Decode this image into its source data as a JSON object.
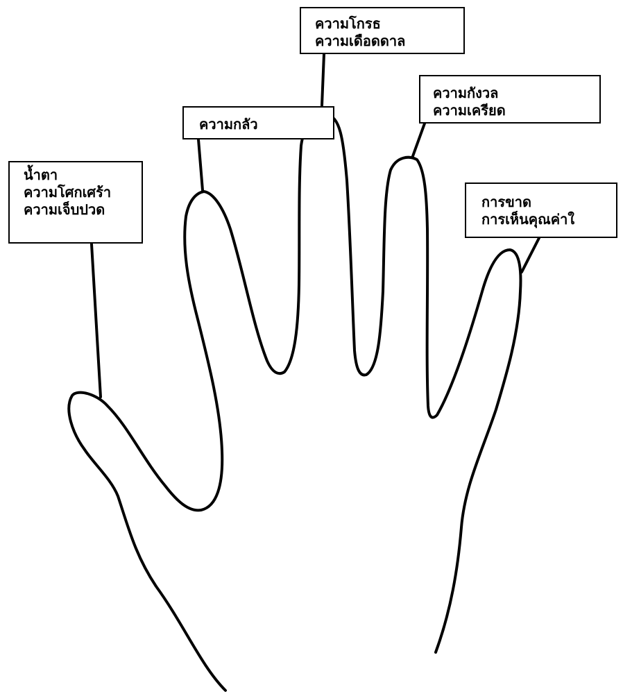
{
  "labels": {
    "grief": {
      "lines": [
        "น้ำตา",
        "ความโศกเศร้า",
        "ความเจ็บปวด"
      ]
    },
    "fear": {
      "lines": [
        "ความกลัว"
      ]
    },
    "anger": {
      "lines": [
        "ความโกรธ",
        "ความเดือดดาล"
      ]
    },
    "anxiety": {
      "lines": [
        "ความกังวล",
        "ความเครียด"
      ]
    },
    "worth": {
      "lines": [
        "การขาด",
        "การเห็นคุณค่าใ"
      ]
    }
  },
  "colors": {
    "ink": "#000000",
    "paper": "#ffffff"
  }
}
